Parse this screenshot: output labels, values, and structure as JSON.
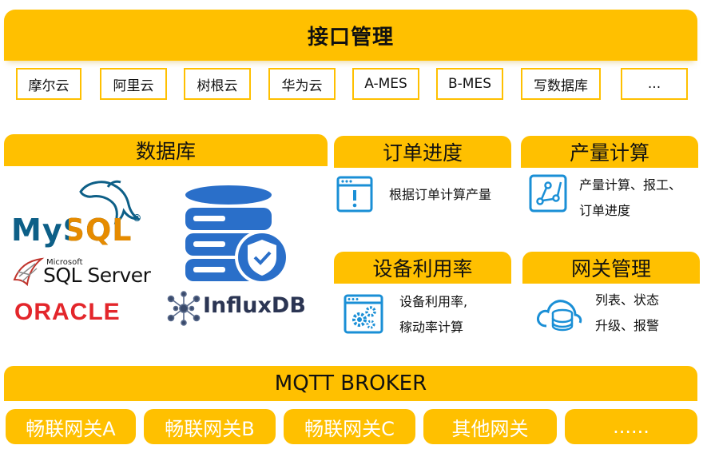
{
  "interface": {
    "title": "接口管理",
    "items": [
      "摩尔云",
      "阿里云",
      "树根云",
      "华为云",
      "A-MES",
      "B-MES",
      "写数据库",
      "..."
    ]
  },
  "database": {
    "title": "数据库",
    "logos": {
      "mysql": "MySQL",
      "mysql_reg": "®",
      "sqlserver_small": "Microsoft",
      "sqlserver": "SQL Server",
      "oracle": "ORACLE",
      "influx": "InfluxDB"
    }
  },
  "order": {
    "title": "订单进度",
    "desc": "根据订单计算产量"
  },
  "production": {
    "title": "产量计算",
    "desc_line1": "产量计算、报工、",
    "desc_line2": "订单进度"
  },
  "equipment": {
    "title": "设备利用率",
    "desc_line1": "设备利用率,",
    "desc_line2": "稼动率计算"
  },
  "gateway_mgmt": {
    "title": "网关管理",
    "desc_line1": "列表、状态",
    "desc_line2": "升级、报警"
  },
  "broker": {
    "title": "MQTT BROKER"
  },
  "gateways": [
    "畅联网关A",
    "畅联网关B",
    "畅联网关C",
    "其他网关",
    "......"
  ],
  "colors": {
    "accent": "#ffc000",
    "icon_blue": "#1a8fd6",
    "db_blue": "#2a6fc9"
  }
}
